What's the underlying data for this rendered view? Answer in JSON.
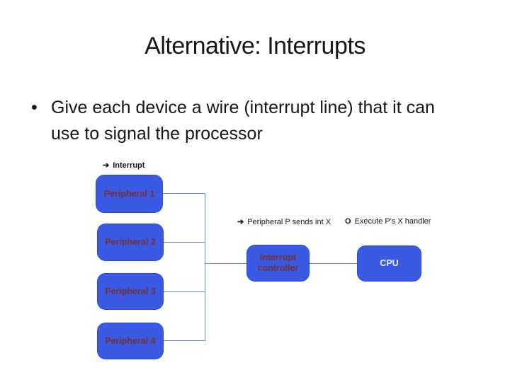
{
  "slide": {
    "title": "Alternative: Interrupts",
    "bullet": {
      "marker": "•",
      "lines": [
        "Give each device a wire (interrupt line) that it can",
        "use to signal the processor"
      ]
    }
  },
  "diagram": {
    "interrupt_label": {
      "arrow": "➔",
      "text": "Interrupt"
    },
    "peripherals": [
      {
        "label": "Peripheral 1"
      },
      {
        "label": "Peripheral 2"
      },
      {
        "label": "Peripheral 3"
      },
      {
        "label": "Peripheral 4"
      }
    ],
    "controller": {
      "label": "Interrupt controller"
    },
    "cpu": {
      "label": "CPU"
    },
    "annotations": [
      {
        "marker": "➔",
        "text": "Peripheral P sends int X"
      },
      {
        "marker": "O",
        "text": "Execute P's X handler"
      }
    ],
    "colors": {
      "box_fill": "#3a5ae4",
      "box_border": "#2e49c8",
      "box_text": "#772e2e",
      "cpu_text": "#edf1fb",
      "connector": "#6f8fb4"
    }
  }
}
